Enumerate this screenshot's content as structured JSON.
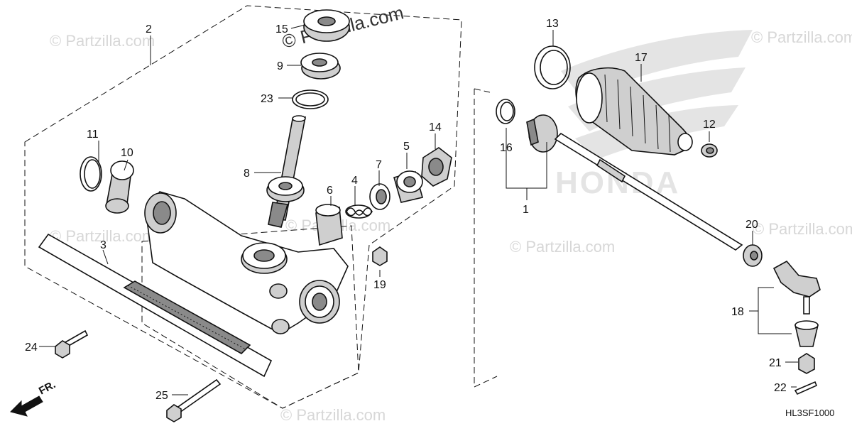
{
  "watermarks": {
    "main": "© Partzilla.com",
    "tile_1": "© Partzilla.com",
    "tile_2": "© Partzilla.com",
    "tile_3": "© Partzilla.com",
    "tile_4": "© Partzilla.com",
    "tile_5": "© Partzilla.com",
    "tile_6": "© Partzilla.com",
    "tile_7": "© Partzilla.com"
  },
  "brand_logo_text": "HONDA",
  "direction_indicator": "FR.",
  "diagram_code": "HL3SF1000",
  "callouts": [
    "1",
    "2",
    "3",
    "4",
    "5",
    "6",
    "7",
    "8",
    "9",
    "10",
    "11",
    "12",
    "13",
    "14",
    "15",
    "16",
    "17",
    "18",
    "19",
    "20",
    "21",
    "22",
    "23",
    "24",
    "25"
  ]
}
